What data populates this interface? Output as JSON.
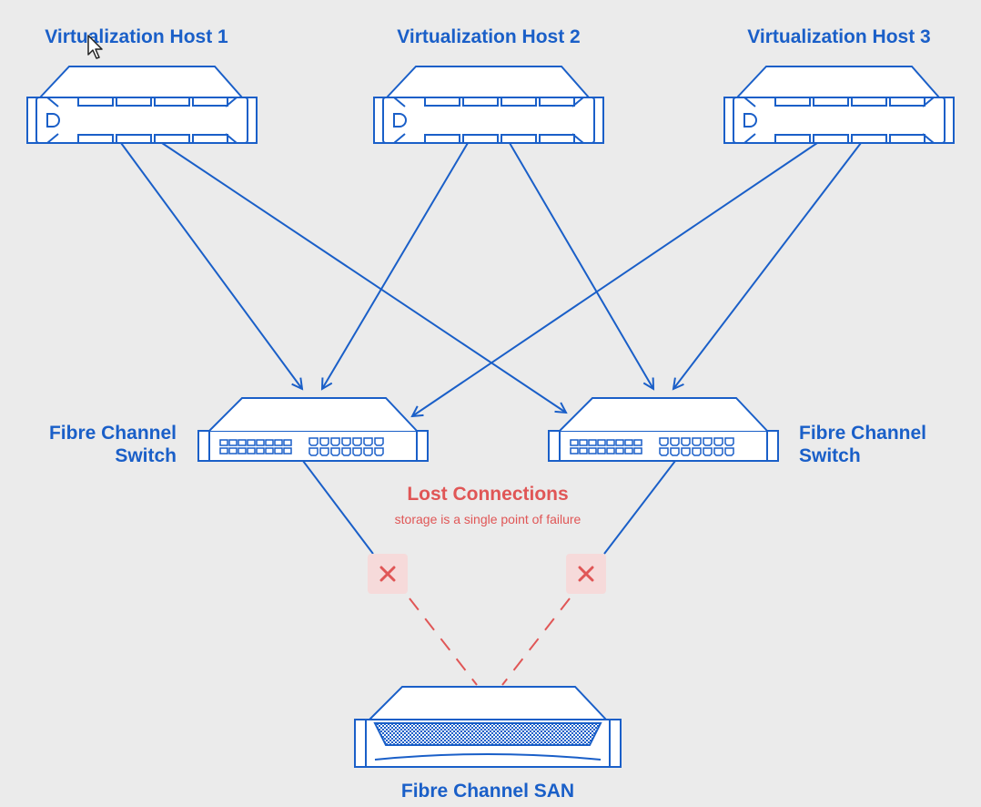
{
  "hosts": [
    {
      "label": "Virtualization Host 1"
    },
    {
      "label": "Virtualization Host 2"
    },
    {
      "label": "Virtualization Host 3"
    }
  ],
  "switches": [
    {
      "label_line1": "Fibre Channel",
      "label_line2": "Switch"
    },
    {
      "label_line1": "Fibre Channel",
      "label_line2": "Switch"
    }
  ],
  "san": {
    "label": "Fibre Channel SAN"
  },
  "warning": {
    "title": "Lost Connections",
    "subtitle": "storage is a single point of failure"
  },
  "colors": {
    "primary": "#1a5fc8",
    "alert": "#e05656",
    "alert_bg": "#f6dada",
    "background": "#ebebeb"
  },
  "icons": {
    "failure": "close-icon",
    "pointer": "cursor-icon"
  }
}
